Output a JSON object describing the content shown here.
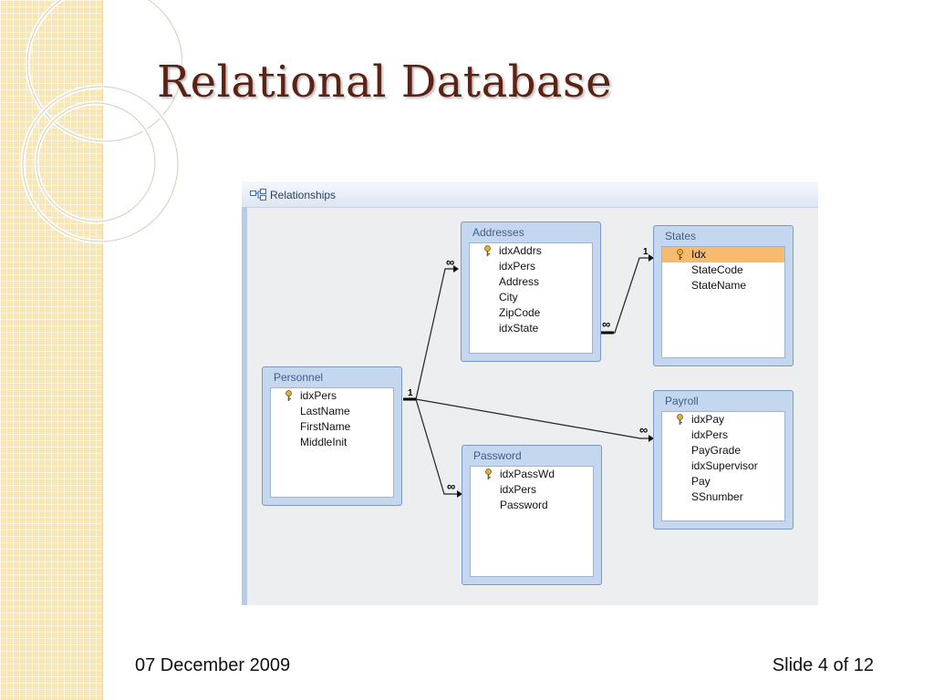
{
  "slide": {
    "title": "Relational Database",
    "date": "07 December 2009",
    "slide_number": "Slide 4 of 12"
  },
  "window": {
    "tab_label": "Relationships",
    "tab_icon": "relationships-icon"
  },
  "tables": {
    "addresses": {
      "title": "Addresses",
      "fields": [
        "idxAddrs",
        "idxPers",
        "Address",
        "City",
        "ZipCode",
        "idxState"
      ]
    },
    "states": {
      "title": "States",
      "fields": [
        "Idx",
        "StateCode",
        "StateName"
      ]
    },
    "personnel": {
      "title": "Personnel",
      "fields": [
        "idxPers",
        "LastName",
        "FirstName",
        "MiddleInit"
      ]
    },
    "password": {
      "title": "Password",
      "fields": [
        "idxPassWd",
        "idxPers",
        "Password"
      ]
    },
    "payroll": {
      "title": "Payroll",
      "fields": [
        "idxPay",
        "idxPers",
        "PayGrade",
        "idxSupervisor",
        "Pay",
        "SSnumber"
      ]
    }
  },
  "cardinality": {
    "one": "1",
    "many": "∞"
  },
  "colors": {
    "title": "#5c2314",
    "table_frame": "#c5d6ef",
    "selected_field": "#f6bb6f",
    "strip": "#f6e6b8"
  }
}
